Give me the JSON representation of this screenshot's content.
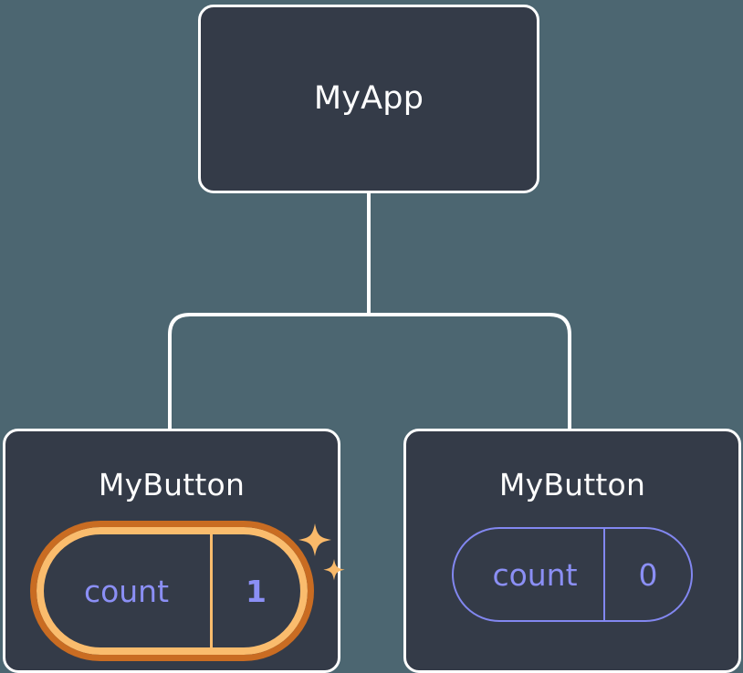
{
  "diagram": {
    "type": "component-tree",
    "background_color": "#4c6671",
    "card_color": "#343b48",
    "card_border_color": "#ffffff",
    "connector_color": "#ffffff",
    "state_color": "#8b8ff5",
    "highlight_inner_color": "#fabc6d",
    "highlight_outer_color": "#c96c22",
    "sparkle_color": "#f9b96a",
    "root": {
      "title": "MyApp"
    },
    "children": [
      {
        "title": "MyButton",
        "state": {
          "key": "count",
          "value": "1"
        },
        "highlighted": true,
        "sparkle_icon": "sparkles-icon"
      },
      {
        "title": "MyButton",
        "state": {
          "key": "count",
          "value": "0"
        },
        "highlighted": false
      }
    ]
  }
}
